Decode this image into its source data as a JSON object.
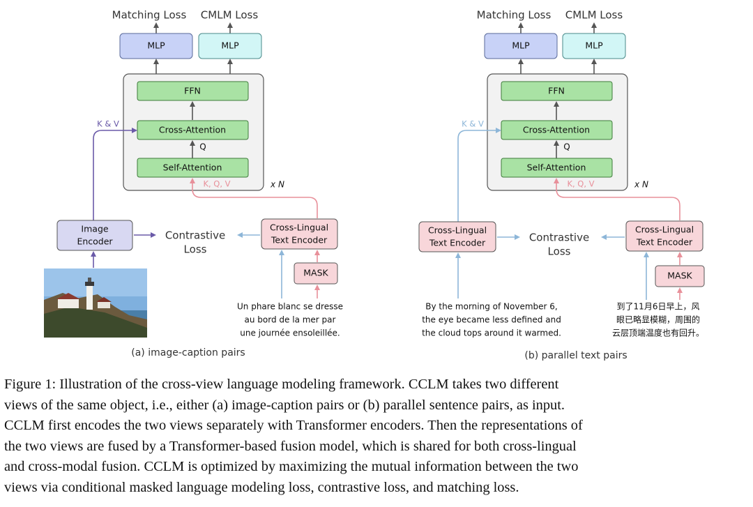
{
  "panels": [
    {
      "id": "a",
      "loss_top": [
        "Matching Loss",
        "CMLM Loss"
      ],
      "mlp": [
        "MLP",
        "MLP"
      ],
      "ffn": "FFN",
      "cross_attention": "Cross-Attention",
      "self_attention": "Self-Attention",
      "q_label": "Q",
      "kv_label": "K & V",
      "kqv_label": "K, Q, V",
      "times_n": "x N",
      "left_encoder": [
        "Image",
        "Encoder"
      ],
      "contrastive": [
        "Contrastive",
        "Loss"
      ],
      "right_encoder": [
        "Cross-Lingual",
        "Text Encoder"
      ],
      "mask": "MASK",
      "right_input": [
        "Un phare blanc se dresse",
        "au bord de la mer par",
        "une journée ensoleillée."
      ],
      "sub_caption": "(a) image-caption pairs"
    },
    {
      "id": "b",
      "loss_top": [
        "Matching Loss",
        "CMLM Loss"
      ],
      "mlp": [
        "MLP",
        "MLP"
      ],
      "ffn": "FFN",
      "cross_attention": "Cross-Attention",
      "self_attention": "Self-Attention",
      "q_label": "Q",
      "kv_label": "K & V",
      "kqv_label": "K, Q, V",
      "times_n": "x N",
      "left_encoder": [
        "Cross-Lingual",
        "Text Encoder"
      ],
      "contrastive": [
        "Contrastive",
        "Loss"
      ],
      "right_encoder": [
        "Cross-Lingual",
        "Text Encoder"
      ],
      "mask": "MASK",
      "left_input": [
        "By the morning of November 6,",
        "the eye became less defined and",
        "the cloud tops around it warmed."
      ],
      "right_input": [
        "到了11月6日早上，风",
        "眼已略显模糊，周围的",
        "云层顶端温度也有回升。"
      ],
      "sub_caption": "(b) parallel text pairs"
    }
  ],
  "caption_lines": [
    "Figure 1: Illustration of the cross-view language modeling framework. CCLM takes two different",
    "views of the same object, i.e., either (a) image-caption pairs or (b) parallel sentence pairs, as input.",
    "CCLM first encodes the two views separately with Transformer encoders. Then the representations of",
    "the two views are fused by a Transformer-based fusion model, which is shared for both cross-lingual",
    "and cross-modal fusion. CCLM is optimized by maximizing the mutual information between the two",
    "views via conditional masked language modeling loss, contrastive loss, and matching loss."
  ],
  "colors": {
    "mlp_left": "#c8d2f7",
    "mlp_right": "#d2f6f6",
    "green_block": "#a9e2a4",
    "image_encoder": "#d8d8f2",
    "text_encoder": "#f8d6da",
    "mask": "#f8d6da",
    "fusion_bg": "#f2f2f2",
    "arrow_purple": "#6a5aa8",
    "arrow_pink": "#e8909a",
    "arrow_blue": "#8db6d8",
    "arrow_dark": "#555555"
  }
}
